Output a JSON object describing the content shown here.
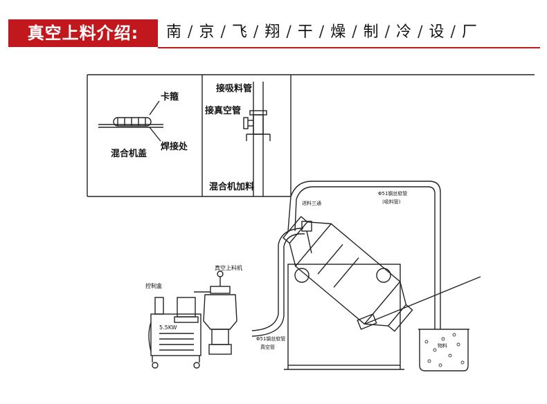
{
  "header": {
    "title": "真空上料介绍:",
    "company_chars": [
      "南",
      "京",
      "飞",
      "翔",
      "干",
      "燥",
      "制",
      "冷",
      "设",
      "厂"
    ],
    "separator": "/"
  },
  "diagram": {
    "labels": {
      "clamp": "卡箍",
      "weld": "焊接处",
      "mixer_lid": "混合机盖",
      "feed_pipe": "接吸料管",
      "vacuum_pipe": "接真空管",
      "mixer_feed": "混合机加料",
      "vacuum_loader": "真空上料机",
      "control_box": "控制盒",
      "power": "5.5KW",
      "feed_tee": "进料三通",
      "hose_top": "Φ51钢丝软管",
      "hose_top_note": "(吸料管)",
      "hose_bottom": "Φ51钢丝软管",
      "hose_bottom_note": "真空管",
      "material": "物料"
    }
  }
}
